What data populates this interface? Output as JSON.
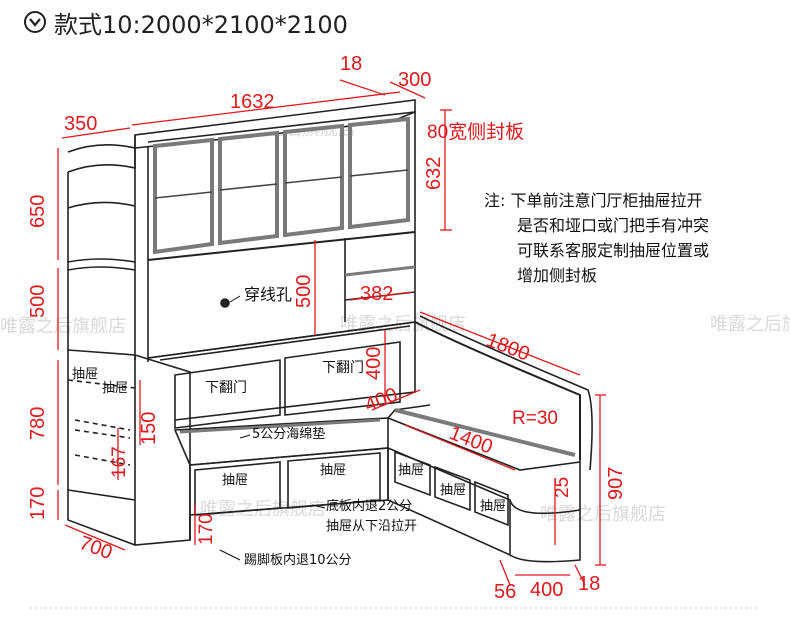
{
  "title": "款式10:2000*2100*2100",
  "header_icon": "chevron-down-circle-icon",
  "colors": {
    "dimension": "#e0191c",
    "outline": "#222222",
    "panel": "#7a7a7a",
    "text": "#111111"
  },
  "dimensions": {
    "d1632": "1632",
    "d350": "350",
    "d18_top": "18",
    "d300": "300",
    "d632": "632",
    "d650": "650",
    "d500_left": "500",
    "d500_mid": "500",
    "d382": "382",
    "d780": "780",
    "d150": "150",
    "d167": "167",
    "d170_left": "170",
    "d700": "700",
    "d170_mid": "170",
    "d1800": "1800",
    "d400_upper": "400",
    "d400_mid": "400",
    "d1400": "1400",
    "dR30": "R=30",
    "d907": "907",
    "d25": "25",
    "d400_bottom": "400",
    "d18_bottom": "18",
    "d56": "56"
  },
  "labels": {
    "side_panel": "80宽侧封板",
    "cable_hole": "穿线孔",
    "drawer_small_1": "抽屉",
    "drawer_small_2": "抽屉",
    "flip_door_1": "下翻门",
    "flip_door_2": "下翻门",
    "sponge": "5公分海绵垫",
    "drawer_1": "抽屉",
    "drawer_2": "抽屉",
    "drawer_3": "抽屉",
    "drawer_4": "抽屉",
    "drawer_5": "抽屉",
    "board_note_1": "底板内退2公分",
    "board_note_2": "抽屉从下沿拉开",
    "kick_note": "踢脚板内退10公分"
  },
  "note": [
    "注: 下单前注意门厅柜抽屉拉开",
    "是否和垭口或门把手有冲突",
    "可联系客服定制抽屉位置或",
    "增加侧封板"
  ],
  "watermark": "唯露之后旗舰店"
}
